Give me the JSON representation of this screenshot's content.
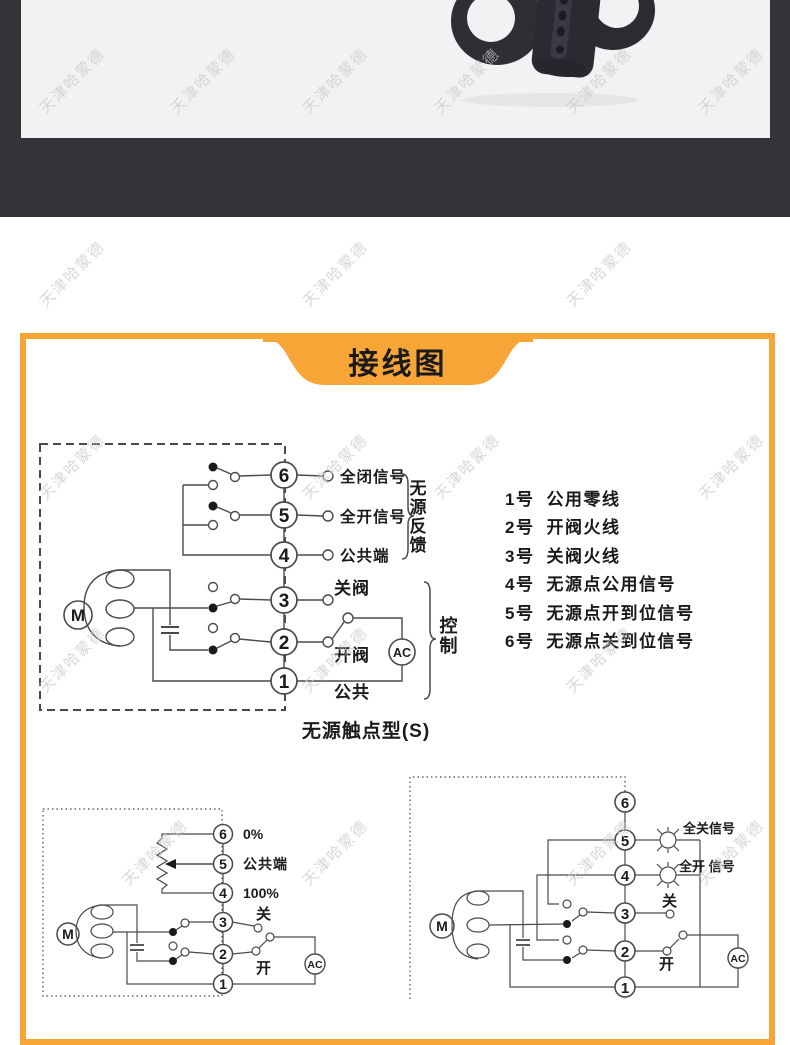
{
  "watermark": {
    "text": "天津哈蒙德"
  },
  "banner": {
    "title": "接线图"
  },
  "notes": {
    "items": [
      {
        "num": "1号",
        "desc": "公用零线"
      },
      {
        "num": "2号",
        "desc": "开阀火线"
      },
      {
        "num": "3号",
        "desc": "关阀火线"
      },
      {
        "num": "4号",
        "desc": "无源点公用信号"
      },
      {
        "num": "5号",
        "desc": "无源点开到位信号"
      },
      {
        "num": "6号",
        "desc": "无源点关到位信号"
      }
    ]
  },
  "main_diagram": {
    "caption": "无源触点型(S)",
    "terminals": [
      "6",
      "5",
      "4",
      "3",
      "2",
      "1"
    ],
    "t6_label": "全闭信号",
    "t5_label": "全开信号",
    "t4_label": "公共端",
    "t3_label": "关阀",
    "t2_label": "开阀",
    "t1_label": "公共",
    "feedback_group_label": "无源反馈",
    "control_group_label": "控制",
    "motor_label": "M",
    "ac_label": "AC"
  },
  "modulating_diagram": {
    "terminals": [
      "6",
      "5",
      "4",
      "3",
      "2",
      "1"
    ],
    "t6_label": "0%",
    "t5_label": "公共端",
    "t4_label": "100%",
    "t3_label": "关",
    "t2_label": "开",
    "motor_label": "M",
    "ac_label": "AC"
  },
  "lamp_diagram": {
    "terminals": [
      "6",
      "5",
      "4",
      "3",
      "2",
      "1"
    ],
    "t5_label": "全关信号",
    "t4_label": "全开 信号",
    "t3_label": "关",
    "t2_label": "开",
    "motor_label": "M",
    "ac_label": "AC"
  },
  "colors": {
    "accent_orange": "#F8A538",
    "dark_band": "#353539",
    "photo_bg": "#f2f2f4",
    "line": "#4a4a4a",
    "watermark": "#c9c9c9"
  }
}
